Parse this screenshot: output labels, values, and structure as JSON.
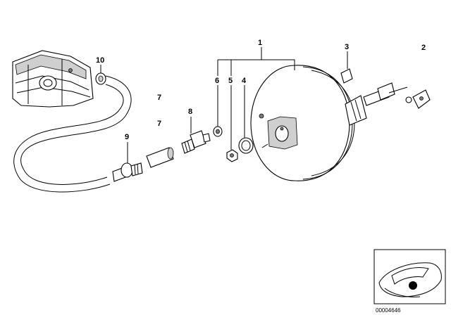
{
  "callouts": {
    "c1": "1",
    "c2": "2",
    "c3": "3",
    "c4": "4",
    "c5": "5",
    "c6": "6",
    "c7a": "7",
    "c7b": "7",
    "c8": "8",
    "c9": "9",
    "c10": "10"
  },
  "inset": {
    "part_number": "00004646"
  }
}
